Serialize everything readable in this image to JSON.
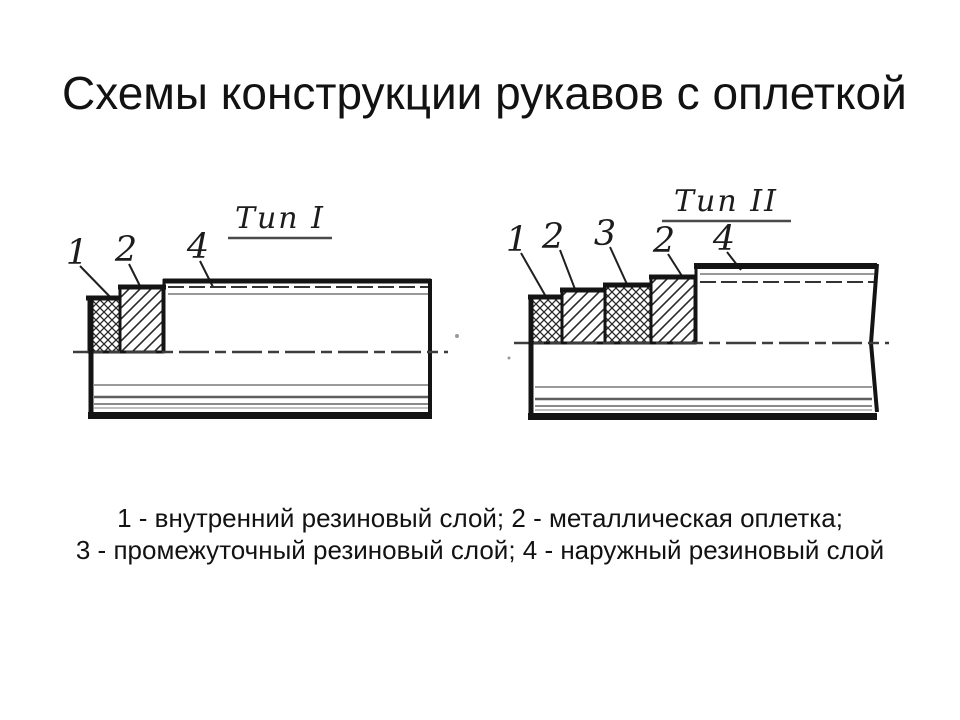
{
  "title": "Схемы конструкции рукавов с оплеткой",
  "diagrams": [
    {
      "name": "Тип I",
      "labels": [
        "1",
        "2",
        "4"
      ]
    },
    {
      "name": "Тип II",
      "labels": [
        "1",
        "2",
        "3",
        "2",
        "4"
      ]
    }
  ],
  "caption": {
    "line1": "1 - внутренний резиновый слой; 2 - металлическая оплетка;",
    "line2": "3 - промежуточный резиновый слой; 4 - наружный резиновый слой"
  },
  "colors": {
    "ink": "#141414",
    "hatch_ink": "#262626",
    "soft_gray": "#999999",
    "mid_gray": "#666666",
    "background": "#ffffff"
  }
}
